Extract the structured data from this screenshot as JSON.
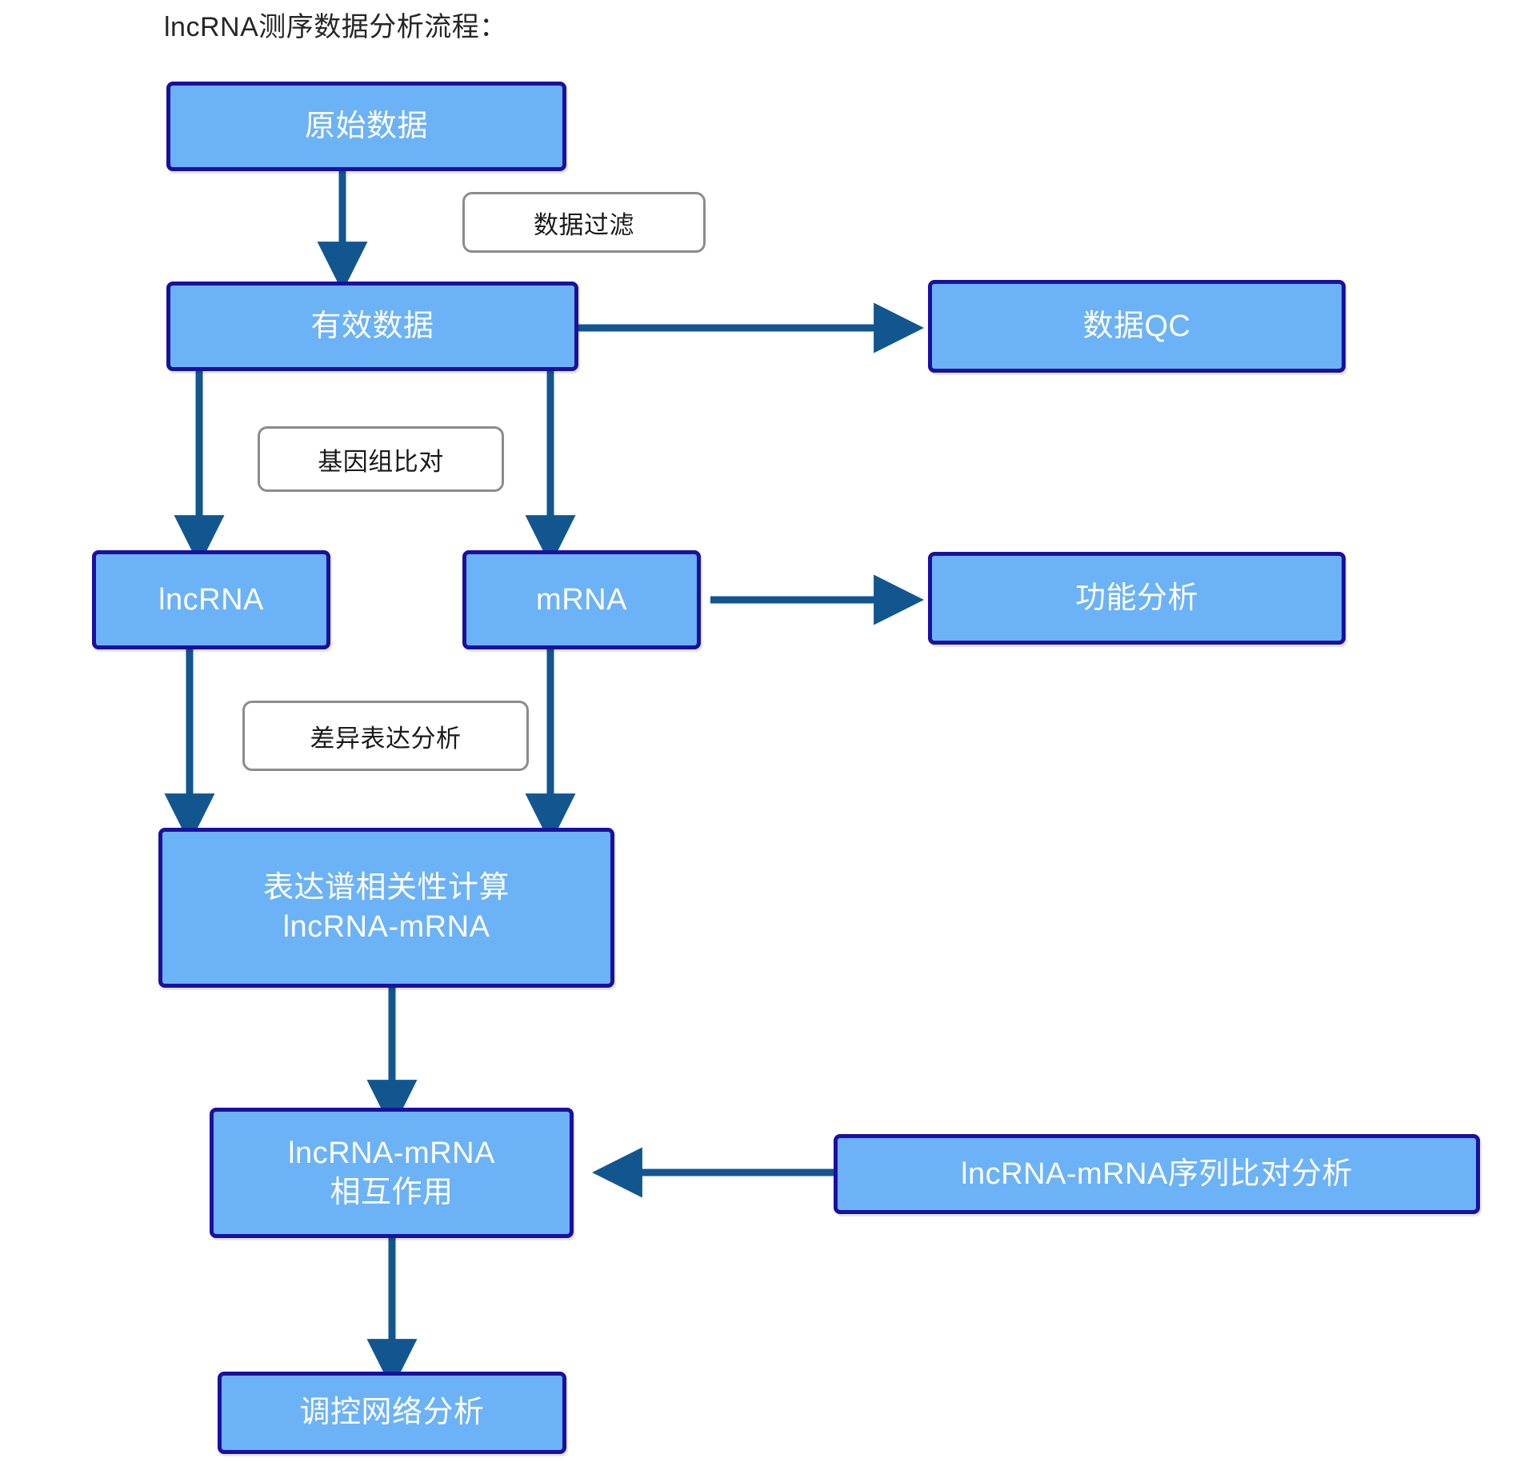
{
  "title": "lncRNA测序数据分析流程：",
  "colors": {
    "node_fill": "#6cb2f7",
    "node_border": "#1a109e",
    "node_text": "#ffffff",
    "arrow": "#12568f",
    "label_border": "#8c8c8c",
    "label_text": "#1a1a1a",
    "background": "#ffffff"
  },
  "nodes": {
    "raw_data": {
      "label": "原始数据"
    },
    "valid_data": {
      "label": "有效数据"
    },
    "data_qc": {
      "label": "数据QC"
    },
    "lncrna": {
      "label": "lncRNA"
    },
    "mrna": {
      "label": "mRNA"
    },
    "function_analysis": {
      "label": "功能分析"
    },
    "correlation": {
      "line1": "表达谱相关性计算",
      "line2": "lncRNA-mRNA"
    },
    "interaction": {
      "line1": "lncRNA-mRNA",
      "line2": "相互作用"
    },
    "seq_alignment": {
      "label": "lncRNA-mRNA序列比对分析"
    },
    "network_analysis": {
      "label": "调控网络分析"
    }
  },
  "edge_labels": {
    "filter": "数据过滤",
    "genome_align": "基因组比对",
    "diff_expression": "差异表达分析"
  },
  "flow": {
    "steps": [
      "原始数据",
      "有效数据",
      "lncRNA",
      "mRNA",
      "数据QC",
      "功能分析",
      "表达谱相关性计算 lncRNA-mRNA",
      "lncRNA-mRNA 相互作用",
      "lncRNA-mRNA序列比对分析",
      "调控网络分析"
    ]
  }
}
